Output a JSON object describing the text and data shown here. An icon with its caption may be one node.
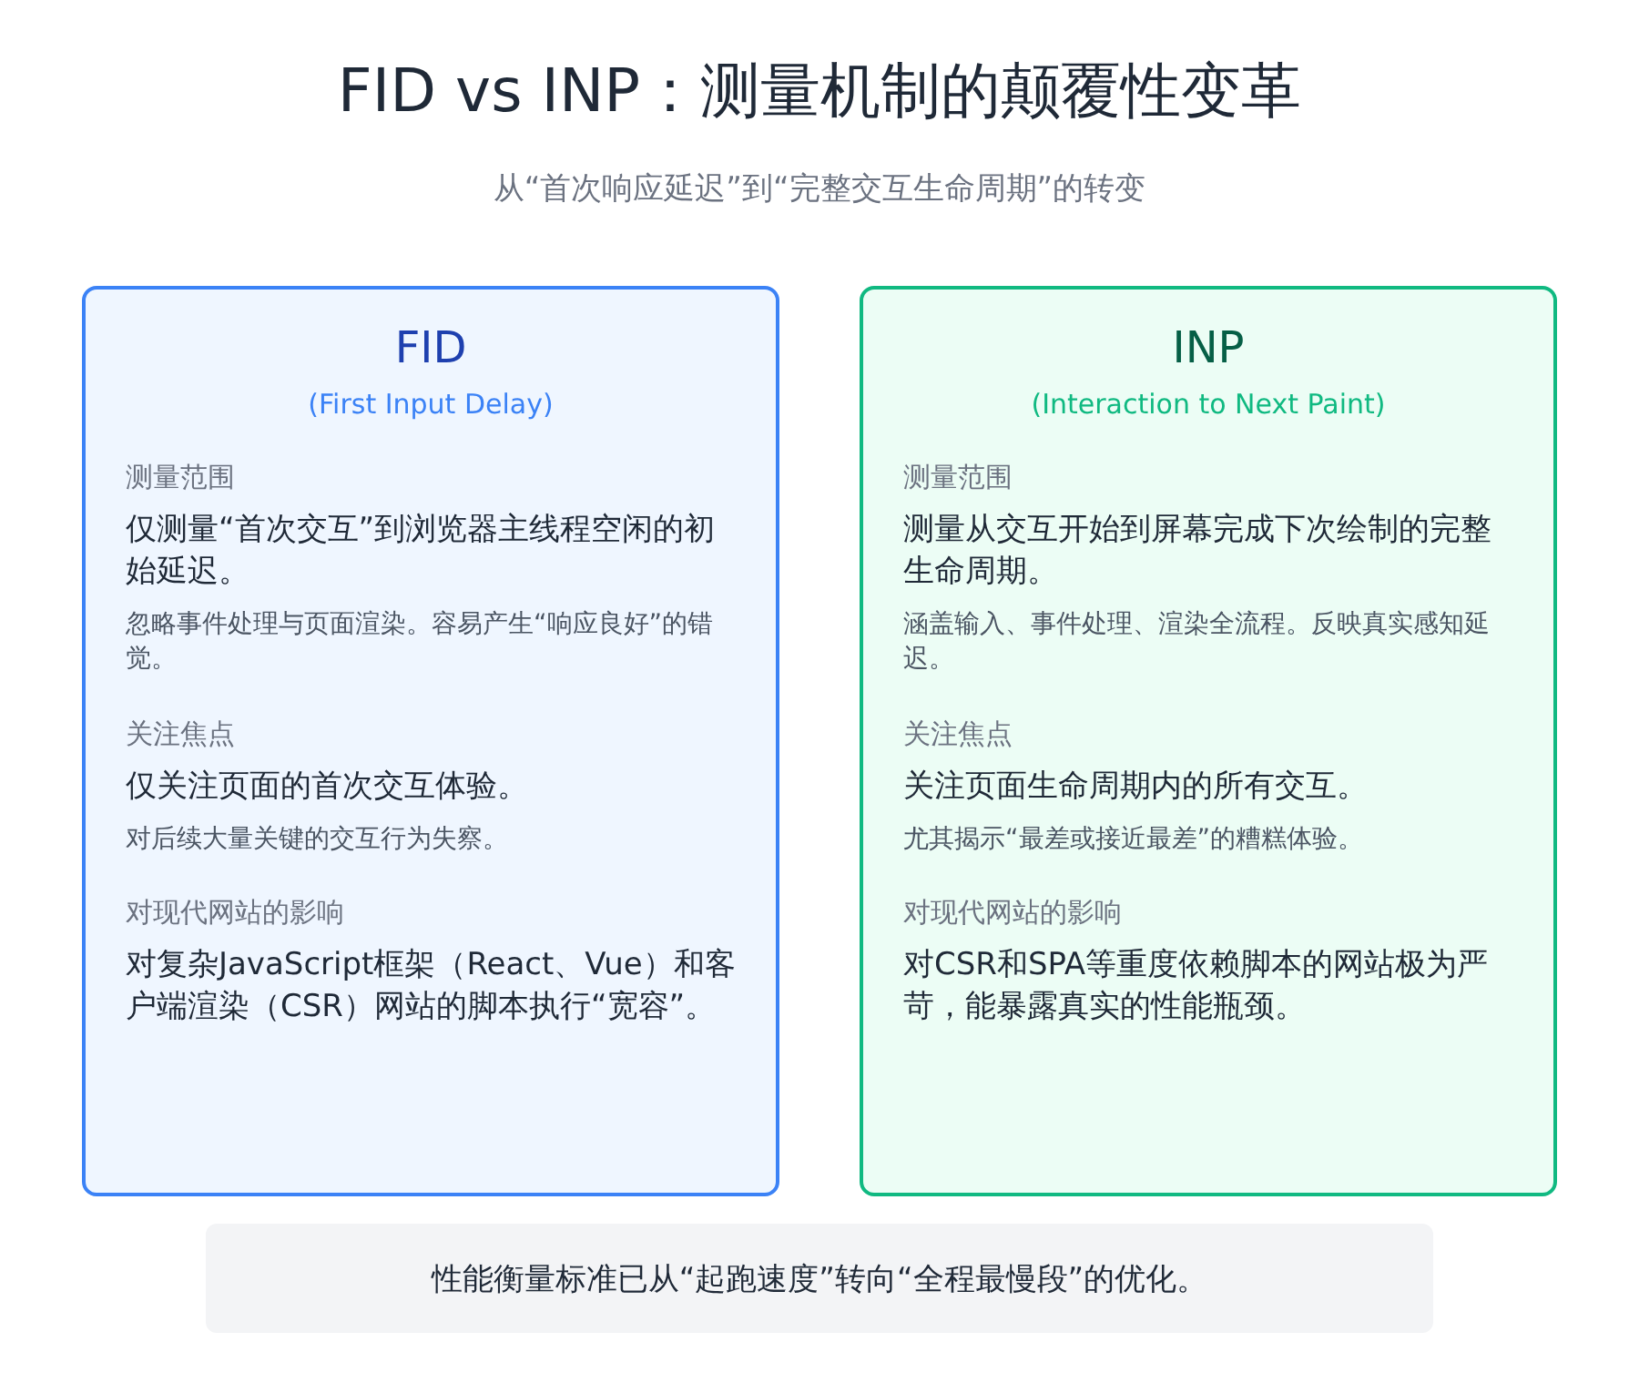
{
  "diagram": {
    "title": "FID vs INP：测量机制的颠覆性变革",
    "nodes": [
      {
        "text": [
          "FID",
          "(First Input Delay)",
          "测量范围",
          "仅测量“首次交互”到浏览器主线程空闲的初始延迟。",
          "忽略事件处理与页面渲染。容易产生“响应良好”的错觉。",
          "关注焦点",
          "仅关注页面的首次交互体验。",
          "对后续大量关键的交互行为失察。",
          "对现代网站的影响",
          "对复杂JavaScript框架（React、Vue）和客户端渲染（CSR）网站的脚本执行“宽容”。"
        ]
      },
      {
        "text": [
          "INP",
          "(Interaction to Next Paint)",
          "测量范围",
          "测量从交互开始到屏幕完成下次绘制的完整生命周期。",
          "涵盖输入、事件处理、渲染全流程。反映真实感知延迟。",
          "关注焦点",
          "关注页面生命周期内的所有交互。",
          "尤其揭示“最差或接近最差”的糟糕体验。",
          "对现代网站的影响",
          "对CSR和SPA等重度依赖脚本的网站极为严苛，能暴露真实的性能瓶颈。"
        ]
      },
      {
        "text": [
          "性能衡量标准已从“起跑速度”转向“全程最慢段”的优化。"
        ]
      }
    ],
    "edges": [],
    "labels": [
      "从“首次响应延迟”到“完整交互生命周期”的转变"
    ]
  }
}
